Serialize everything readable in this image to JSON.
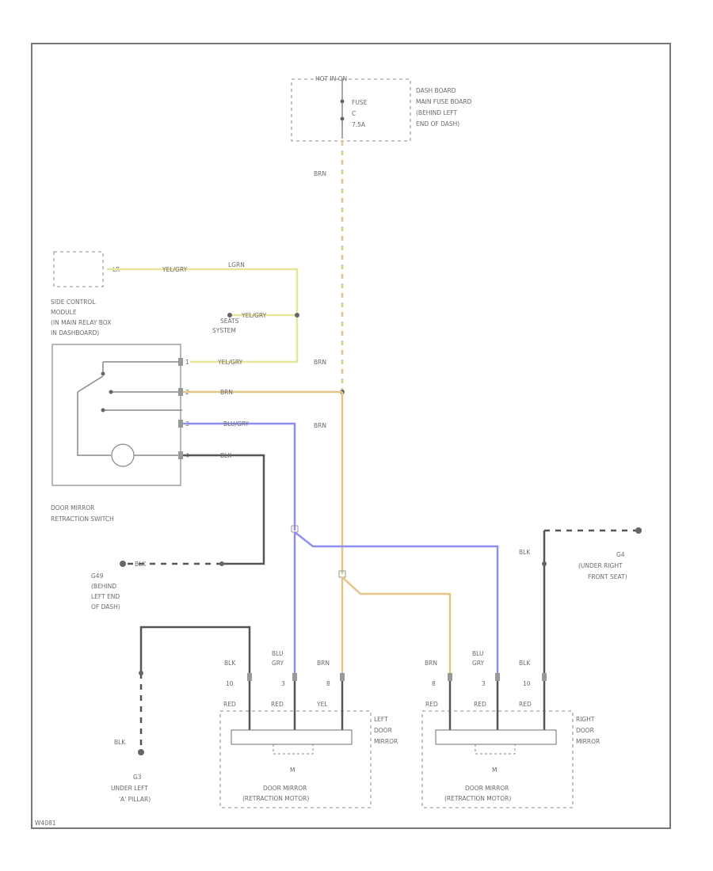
{
  "fuse_box": {
    "header": "HOT IN ON",
    "fuse_label": "FUSE",
    "fuse_id": "C",
    "fuse_rating": "7.5A",
    "location_lines": [
      "DASH BOARD",
      "MAIN FUSE BOARD",
      "(BEHIND LEFT",
      "END OF DASH)"
    ]
  },
  "module": {
    "label_lines": [
      "SIDE CONTROL",
      "MODULE",
      "(IN MAIN RELAY BOX",
      "IN DASHBOARD)"
    ],
    "pin_label": "LR"
  },
  "seats_system": [
    "SEATS",
    "SYSTEM"
  ],
  "switch": {
    "label_lines": [
      "DOOR MIRROR",
      "RETRACTION SWITCH"
    ],
    "pins": [
      "1",
      "2",
      "3",
      "4"
    ]
  },
  "ground_g49": [
    "G49",
    "(BEHIND",
    "LEFT END",
    "OF DASH)"
  ],
  "ground_g3": [
    "G3",
    "UNDER LEFT",
    "'A' PILLAR)"
  ],
  "ground_g4": [
    "G4",
    "(UNDER RIGHT",
    "FRONT SEAT)"
  ],
  "wire_labels": {
    "yel_gry": "YEL/GRY",
    "lgrn": "LGRN",
    "brn": "BRN",
    "blu_gry": "BLU/GRY",
    "blk": "BLK",
    "blu": "BLU",
    "gry": "GRY",
    "red": "RED",
    "yel": "YEL"
  },
  "mirror_left": {
    "name_lines": [
      "LEFT",
      "DOOR",
      "MIRROR"
    ],
    "pins": [
      "10",
      "3",
      "8"
    ],
    "caption_lines": [
      "DOOR MIRROR",
      "(RETRACTION MOTOR)"
    ]
  },
  "mirror_right": {
    "name_lines": [
      "RIGHT",
      "DOOR",
      "MIRROR"
    ],
    "pins": [
      "8",
      "3",
      "10"
    ],
    "caption_lines": [
      "DOOR MIRROR",
      "(RETRACTION MOTOR)"
    ]
  },
  "motor_symbol": "M",
  "corner_code": "W4081"
}
